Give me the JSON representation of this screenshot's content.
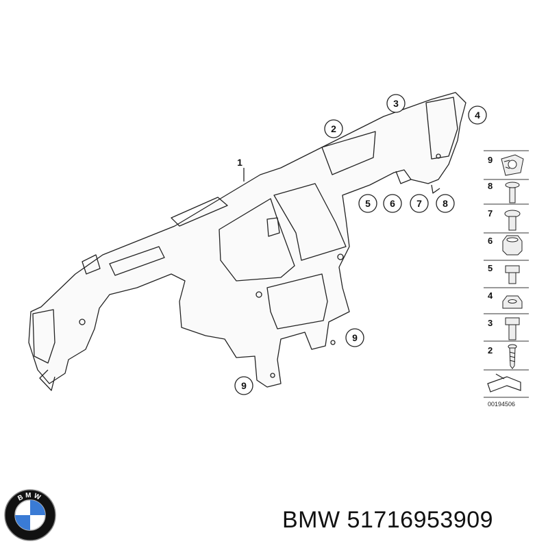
{
  "diagram": {
    "main_part_label": "1",
    "callouts": [
      "2",
      "3",
      "4",
      "5",
      "6",
      "7",
      "8",
      "9",
      "9"
    ],
    "side_panel": {
      "items": [
        {
          "number": "9",
          "part": "clip-nut"
        },
        {
          "number": "8",
          "part": "bolt"
        },
        {
          "number": "7",
          "part": "bolt"
        },
        {
          "number": "6",
          "part": "hex-nut"
        },
        {
          "number": "5",
          "part": "bolt"
        },
        {
          "number": "4",
          "part": "nut"
        },
        {
          "number": "3",
          "part": "bolt"
        },
        {
          "number": "2",
          "part": "screw"
        }
      ],
      "reference_code": "00194506"
    }
  },
  "caption": {
    "brand": "BMW",
    "part_number": "51716953909"
  },
  "logo": {
    "name": "bmw-roundel",
    "letters": "BMW",
    "colors": {
      "ring": "#111111",
      "blue": "#3a7bd5",
      "white": "#ffffff"
    }
  }
}
